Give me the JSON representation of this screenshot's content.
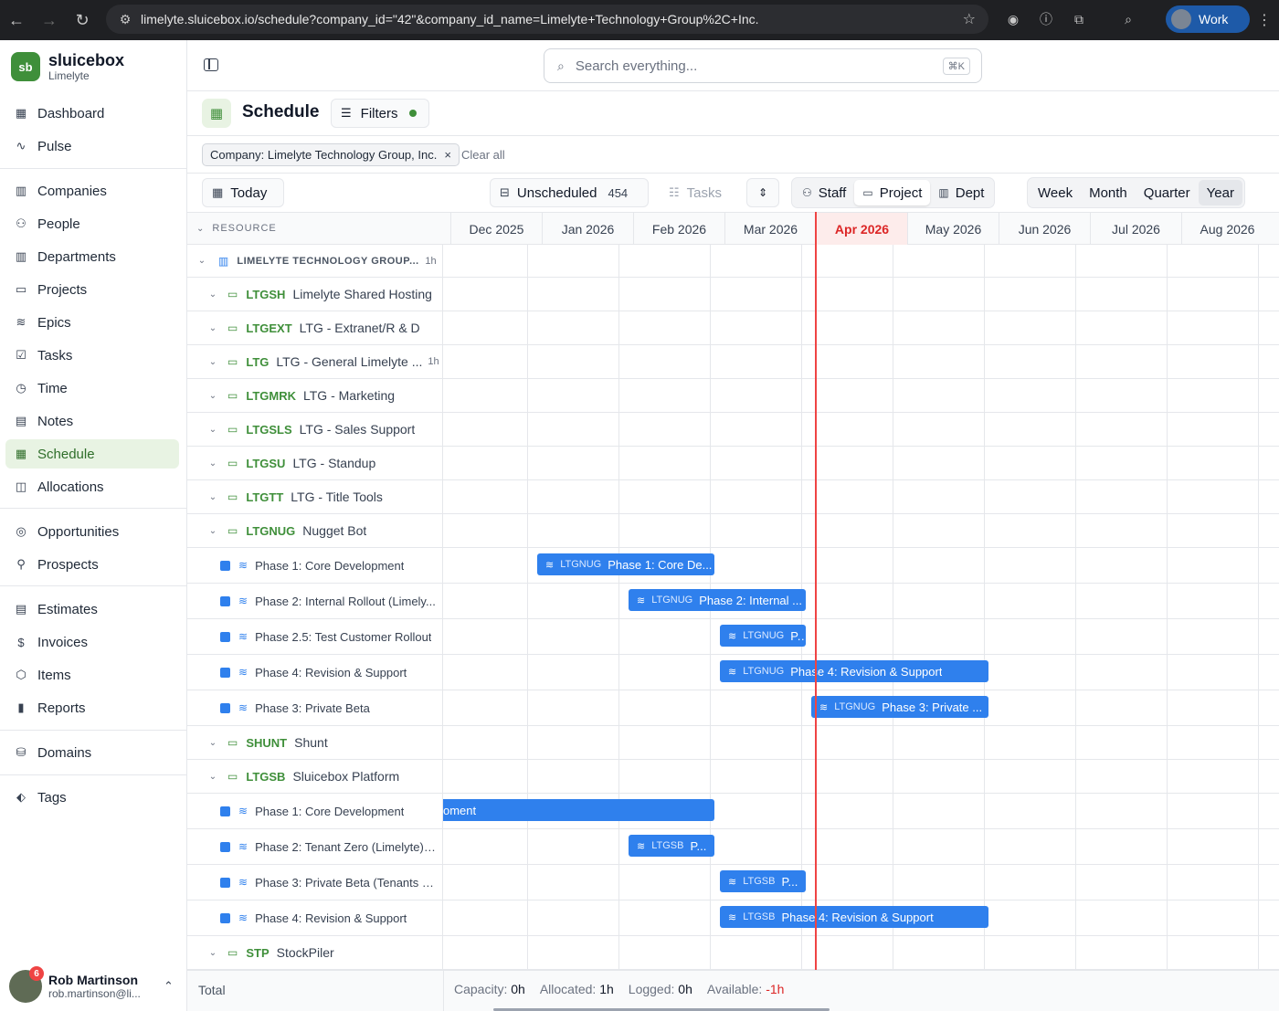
{
  "browser": {
    "url": "limelyte.sluicebox.io/schedule?company_id=\"42\"&company_id_name=Limelyte+Technology+Group%2C+Inc.",
    "profile_label": "Work"
  },
  "brand": {
    "name": "sluicebox",
    "org": "Limelyte",
    "logo_text": "sb",
    "color": "#3f8f3a"
  },
  "nav": [
    {
      "label": "Dashboard",
      "icon": "dashboard-icon"
    },
    {
      "label": "Pulse",
      "icon": "pulse-icon"
    },
    {
      "label": "Companies",
      "icon": "building-icon"
    },
    {
      "label": "People",
      "icon": "people-icon"
    },
    {
      "label": "Departments",
      "icon": "building-icon"
    },
    {
      "label": "Projects",
      "icon": "folder-icon"
    },
    {
      "label": "Epics",
      "icon": "layers-icon"
    },
    {
      "label": "Tasks",
      "icon": "checkbox-icon"
    },
    {
      "label": "Time",
      "icon": "clock-icon"
    },
    {
      "label": "Notes",
      "icon": "note-icon"
    },
    {
      "label": "Schedule",
      "icon": "calendar-icon",
      "active": true
    },
    {
      "label": "Allocations",
      "icon": "calendar-clock-icon"
    },
    {
      "label": "Opportunities",
      "icon": "target-icon"
    },
    {
      "label": "Prospects",
      "icon": "user-search-icon"
    },
    {
      "label": "Estimates",
      "icon": "document-icon"
    },
    {
      "label": "Invoices",
      "icon": "dollar-icon"
    },
    {
      "label": "Items",
      "icon": "package-icon"
    },
    {
      "label": "Reports",
      "icon": "bar-chart-icon"
    },
    {
      "label": "Domains",
      "icon": "database-icon"
    },
    {
      "label": "Tags",
      "icon": "tag-icon"
    }
  ],
  "user": {
    "name": "Rob Martinson",
    "email": "rob.martinson@li...",
    "notifications": "6"
  },
  "search": {
    "placeholder": "Search everything...",
    "shortcut": "⌘K"
  },
  "page": {
    "title": "Schedule",
    "filters_label": "Filters"
  },
  "filter_chip": {
    "label": "Company: Limelyte Technology Group, Inc.",
    "clear_all": "Clear all"
  },
  "toolbar": {
    "today": "Today",
    "unscheduled_label": "Unscheduled",
    "unscheduled_count": "454",
    "tasks": "Tasks",
    "group_by": [
      {
        "label": "Staff",
        "icon": "people-icon"
      },
      {
        "label": "Project",
        "icon": "folder-icon",
        "selected": true
      },
      {
        "label": "Dept",
        "icon": "building-icon"
      }
    ],
    "ranges": [
      {
        "label": "Week"
      },
      {
        "label": "Month"
      },
      {
        "label": "Quarter"
      },
      {
        "label": "Year",
        "selected": true
      }
    ]
  },
  "grid": {
    "resource_header": "RESOURCE",
    "months": [
      "Dec 2025",
      "Jan 2026",
      "Feb 2026",
      "Mar 2026",
      "Apr 2026",
      "May 2026",
      "Jun 2026",
      "Jul 2026",
      "Aug 2026"
    ],
    "current_month": "Apr 2026",
    "company": {
      "name": "LIMELYTE TECHNOLOGY GROUP, ...",
      "hours": "1h"
    },
    "rows": [
      {
        "kind": "project",
        "code": "LTGSH",
        "name": "Limelyte Shared Hosting"
      },
      {
        "kind": "project",
        "code": "LTGEXT",
        "name": "LTG - Extranet/R & D"
      },
      {
        "kind": "project",
        "code": "LTG",
        "name": "LTG - General Limelyte ...",
        "hours": "1h"
      },
      {
        "kind": "project",
        "code": "LTGMRK",
        "name": "LTG - Marketing"
      },
      {
        "kind": "project",
        "code": "LTGSLS",
        "name": "LTG - Sales Support"
      },
      {
        "kind": "project",
        "code": "LTGSU",
        "name": "LTG - Standup"
      },
      {
        "kind": "project",
        "code": "LTGTT",
        "name": "LTG - Title Tools"
      },
      {
        "kind": "project",
        "code": "LTGNUG",
        "name": "Nugget Bot"
      },
      {
        "kind": "epic",
        "name": "Phase 1: Core Development",
        "bar": {
          "code": "LTGNUG",
          "text": "Phase 1: Core De...",
          "start": "Jan 2026",
          "end": "Feb 2026"
        }
      },
      {
        "kind": "epic",
        "name": "Phase 2: Internal Rollout (Limely...",
        "bar": {
          "code": "LTGNUG",
          "text": "Phase 2: Internal ...",
          "start": "Feb 2026",
          "end": "Mar 2026"
        }
      },
      {
        "kind": "epic",
        "name": "Phase 2.5: Test Customer Rollout",
        "bar": {
          "code": "LTGNUG",
          "text": "P...",
          "start": "Mar 2026",
          "end": "Mar 2026"
        }
      },
      {
        "kind": "epic",
        "name": "Phase 4: Revision & Support",
        "bar": {
          "code": "LTGNUG",
          "text": "Phase 4: Revision & Support",
          "start": "Mar 2026",
          "end": "May 2026"
        }
      },
      {
        "kind": "epic",
        "name": "Phase 3: Private Beta",
        "bar": {
          "code": "LTGNUG",
          "text": "Phase 3: Private ...",
          "start": "Apr 2026",
          "end": "May 2026"
        }
      },
      {
        "kind": "project",
        "code": "SHUNT",
        "name": "Shunt"
      },
      {
        "kind": "project",
        "code": "LTGSB",
        "name": "Sluicebox Platform"
      },
      {
        "kind": "epic",
        "name": "Phase 1: Core Development",
        "bar": {
          "code": "",
          "text": "oment",
          "start": "before Dec 2025",
          "end": "Feb 2026"
        }
      },
      {
        "kind": "epic",
        "name": "Phase 2: Tenant Zero (Limelyte) ...",
        "bar": {
          "code": "LTGSB",
          "text": "P...",
          "start": "Feb 2026",
          "end": "Feb 2026"
        }
      },
      {
        "kind": "epic",
        "name": "Phase 3: Private Beta (Tenants 2...",
        "bar": {
          "code": "LTGSB",
          "text": "P...",
          "start": "Mar 2026",
          "end": "Mar 2026"
        }
      },
      {
        "kind": "epic",
        "name": "Phase 4: Revision & Support",
        "bar": {
          "code": "LTGSB",
          "text": "Phase 4: Revision & Support",
          "start": "Mar 2026",
          "end": "May 2026"
        }
      },
      {
        "kind": "project",
        "code": "STP",
        "name": "StockPiler"
      }
    ]
  },
  "footer": {
    "total": "Total",
    "capacity_label": "Capacity:",
    "capacity": "0h",
    "allocated_label": "Allocated:",
    "allocated": "1h",
    "logged_label": "Logged:",
    "logged": "0h",
    "available_label": "Available:",
    "available": "-1h"
  },
  "colors": {
    "accent": "#3f8f3a",
    "bar": "#2f80ed",
    "today": "#ef4444"
  }
}
